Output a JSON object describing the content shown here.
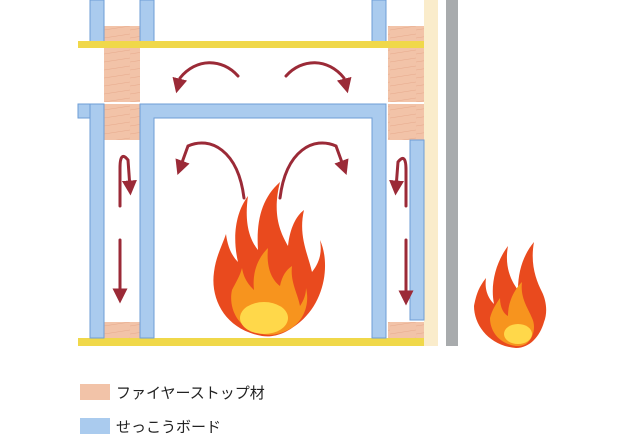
{
  "colors": {
    "fire_stop": "#f2c3a8",
    "gypsum_board": "#aacbee",
    "gypsum_board_edge": "#6e9ed6",
    "plate": "#f0d84a",
    "exterior_board": "#faeccb",
    "exterior_wall": "#a8abad",
    "arrow": "#9b2a37",
    "flame_outer": "#e94a1e",
    "flame_mid": "#f7941e",
    "flame_core": "#ffd84a"
  },
  "icons": {
    "fire_stop": "fire-stop-material-swatch",
    "gypsum": "gypsum-board-swatch",
    "flame": "flame-icon",
    "arrow": "airflow-arrow-icon"
  },
  "legend": [
    {
      "label": "ファイヤーストップ材",
      "color_key": "fire_stop"
    },
    {
      "label": "せっこうボード",
      "color_key": "gypsum_board"
    }
  ]
}
